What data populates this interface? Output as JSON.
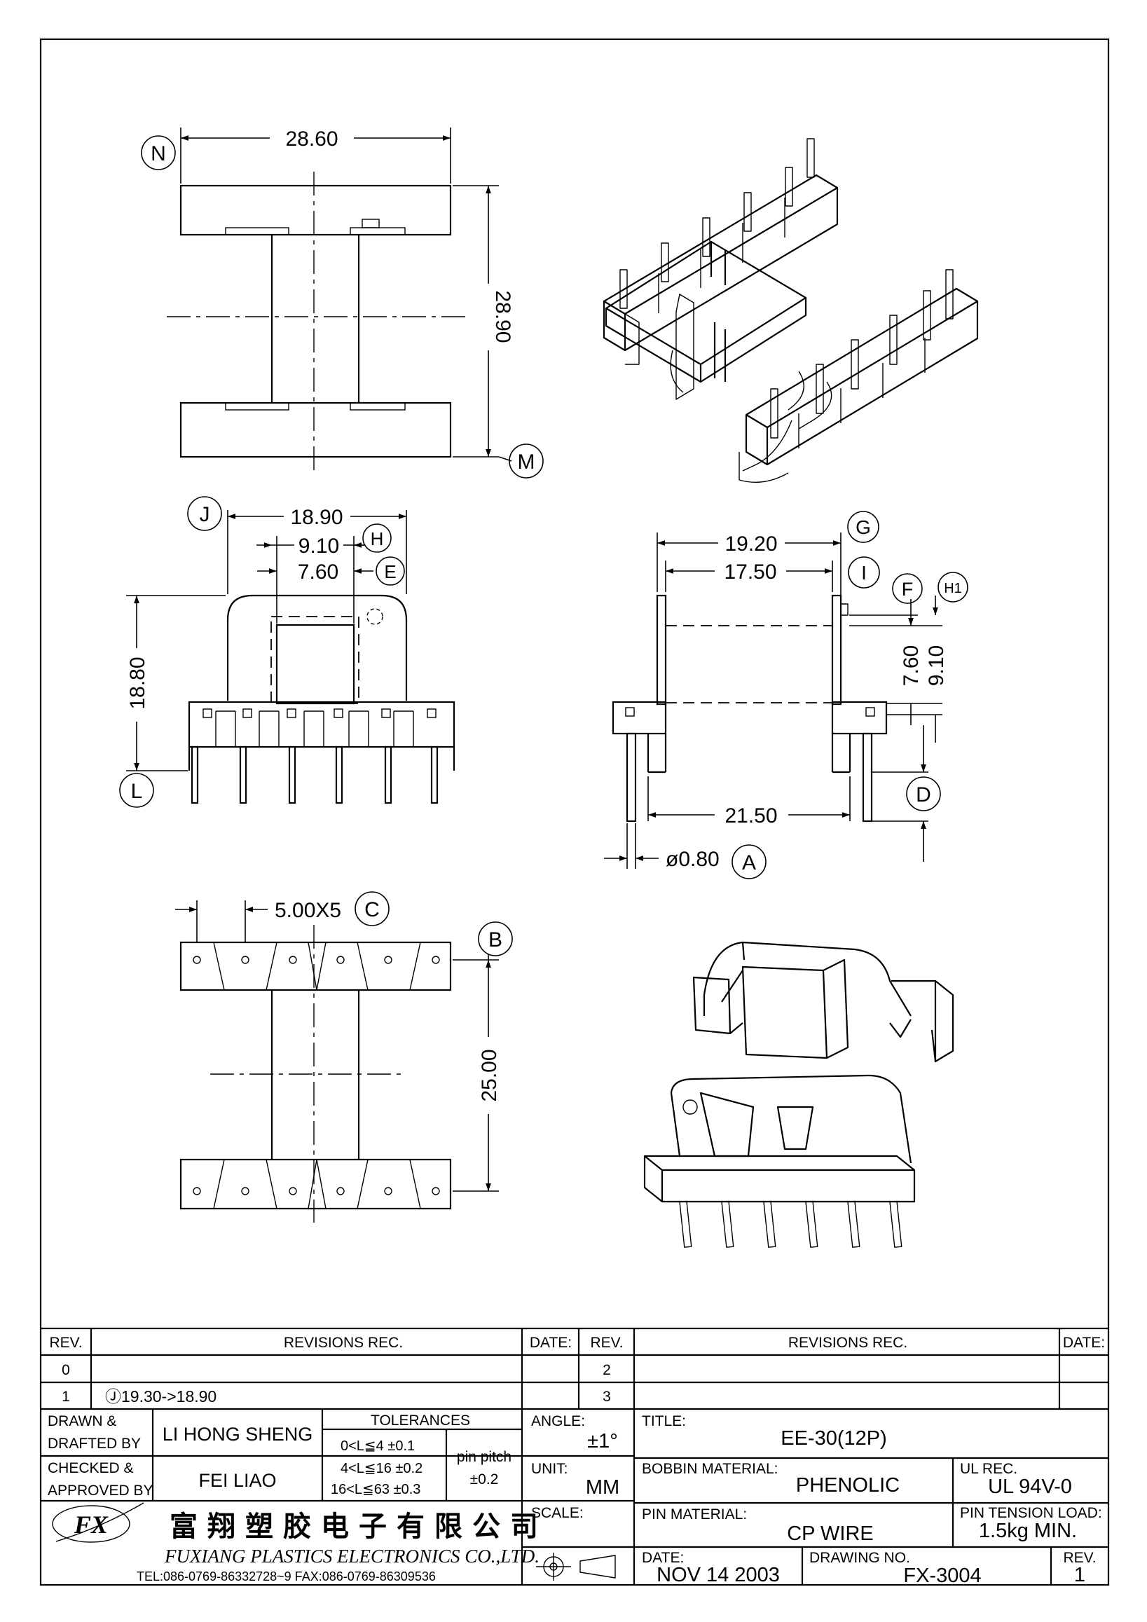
{
  "dims": {
    "top_width": "28.60",
    "top_height": "28.90",
    "front_width": "18.90",
    "front_inner": "9.10",
    "front_window": "7.60",
    "front_height": "18.80",
    "side_outer": "19.20",
    "side_inner": "17.50",
    "side_h1": "7.60",
    "side_h2": "9.10",
    "side_pin_span": "21.50",
    "pin_dia": "ø0.80",
    "pin_pitch": "5.00X5",
    "bottom_height": "25.00"
  },
  "bubbles": {
    "N": "N",
    "M": "M",
    "J": "J",
    "H": "H",
    "E": "E",
    "L": "L",
    "G": "G",
    "I": "I",
    "F": "F",
    "H1": "H1",
    "D": "D",
    "A": "A",
    "C": "C",
    "B": "B"
  },
  "revisions": {
    "col_rev": "REV.",
    "col_rec": "REVISIONS   REC.",
    "col_date": "DATE:",
    "rows_left": [
      {
        "rev": "0",
        "rec": ""
      },
      {
        "rev": "1",
        "rec": "Ⓙ19.30->18.90"
      }
    ],
    "rows_right": [
      {
        "rev": "2",
        "rec": ""
      },
      {
        "rev": "3",
        "rec": ""
      }
    ]
  },
  "title_block": {
    "drawn_label_1": "DRAWN  &",
    "drawn_label_2": "DRAFTED BY",
    "drawn_by": "LI HONG SHENG",
    "checked_label_1": "CHECKED  &",
    "checked_label_2": "APPROVED BY",
    "checked_by": "FEI LIAO",
    "tolerances_label": "TOLERANCES",
    "tol_1": "0<L≦4    ±0.1",
    "tol_2": "4<L≦16  ±0.2",
    "tol_3": "16<L≦63  ±0.3",
    "pin_pitch_label": "pin  pitch",
    "pin_pitch_tol": "±0.2",
    "angle_label": "ANGLE:",
    "angle_value": "±1°",
    "unit_label": "UNIT:",
    "unit_value": "MM",
    "scale_label": "SCALE:",
    "title_label": "TITLE:",
    "title_value": "EE-30(12P)",
    "bobbin_label": "BOBBIN  MATERIAL:",
    "bobbin_value": "PHENOLIC",
    "ul_label": "UL  REC.",
    "ul_value": "UL  94V-0",
    "pin_mat_label": "PIN  MATERIAL:",
    "pin_mat_value": "CP  WIRE",
    "tension_label": "PIN  TENSION  LOAD:",
    "tension_value": "1.5kg  MIN.",
    "date_label": "DATE:",
    "date_value": "NOV  14  2003",
    "drawing_no_label": "DRAWING  NO.",
    "drawing_no_value": "FX-3004",
    "rev_label": "REV.",
    "rev_value": "1",
    "company_cn": "富翔塑胶电子有限公司",
    "company_en": "FUXIANG  PLASTICS  ELECTRONICS  CO.,LTD.",
    "company_tel": "TEL:086-0769-86332728~9  FAX:086-0769-86309536",
    "logo_text": "FX"
  }
}
